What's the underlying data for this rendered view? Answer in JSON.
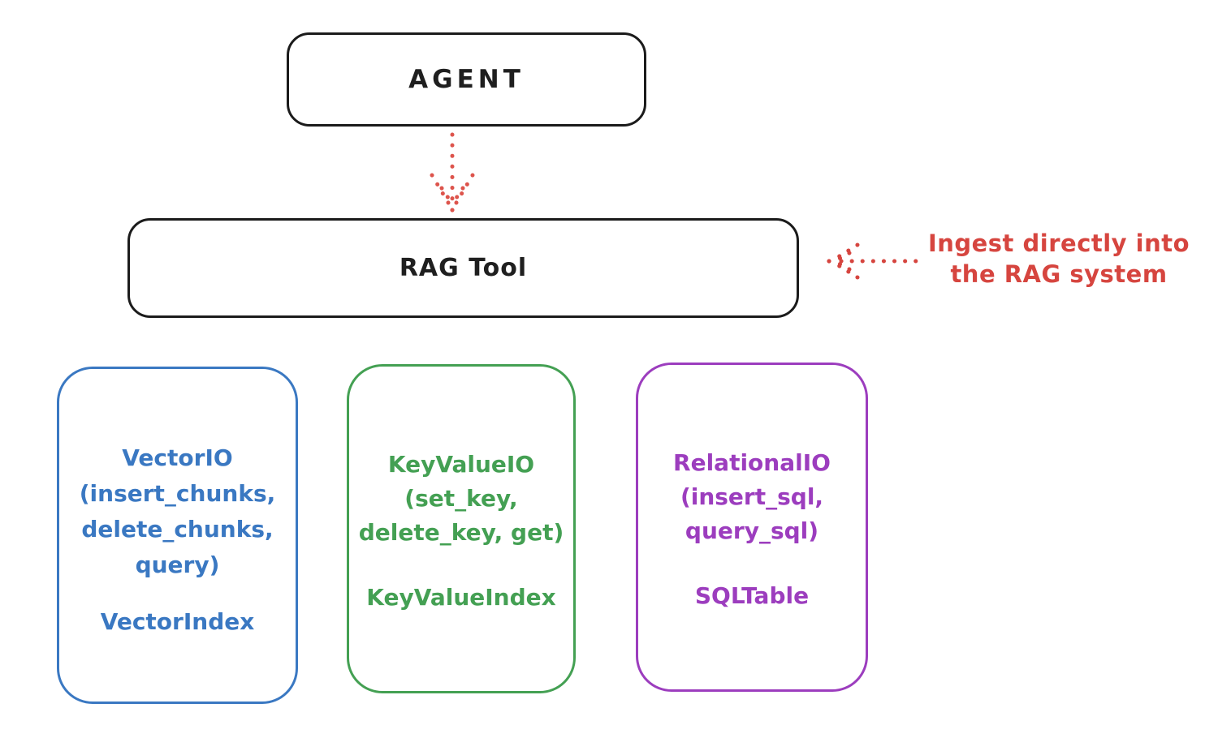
{
  "agent_box": {
    "label": "AGENT",
    "border_color": "#1b1b1b"
  },
  "rag_tool_box": {
    "label": "RAG Tool",
    "border_color": "#1b1b1b"
  },
  "arrows": {
    "agent_to_rag": {
      "style": "dotted",
      "color": "#dd544c",
      "direction": "down"
    },
    "ingest_to_rag": {
      "style": "dotted",
      "color": "#d6453f",
      "direction": "left"
    }
  },
  "ingest_annotation": {
    "line1": "Ingest directly into",
    "line2": "the RAG system",
    "color": "#d6453f"
  },
  "backends": [
    {
      "name": "vector-io",
      "color": "#3a78c2",
      "lines": [
        "VectorIO",
        "(insert_chunks,",
        "delete_chunks,",
        "query)"
      ],
      "index_label": "VectorIndex"
    },
    {
      "name": "keyvalue-io",
      "color": "#44a053",
      "lines": [
        "KeyValueIO",
        "(set_key,",
        "delete_key, get)"
      ],
      "index_label": "KeyValueIndex"
    },
    {
      "name": "relational-io",
      "color": "#9c3dbe",
      "lines": [
        "RelationalIO",
        "(insert_sql,",
        "query_sql)"
      ],
      "index_label": "SQLTable"
    }
  ]
}
